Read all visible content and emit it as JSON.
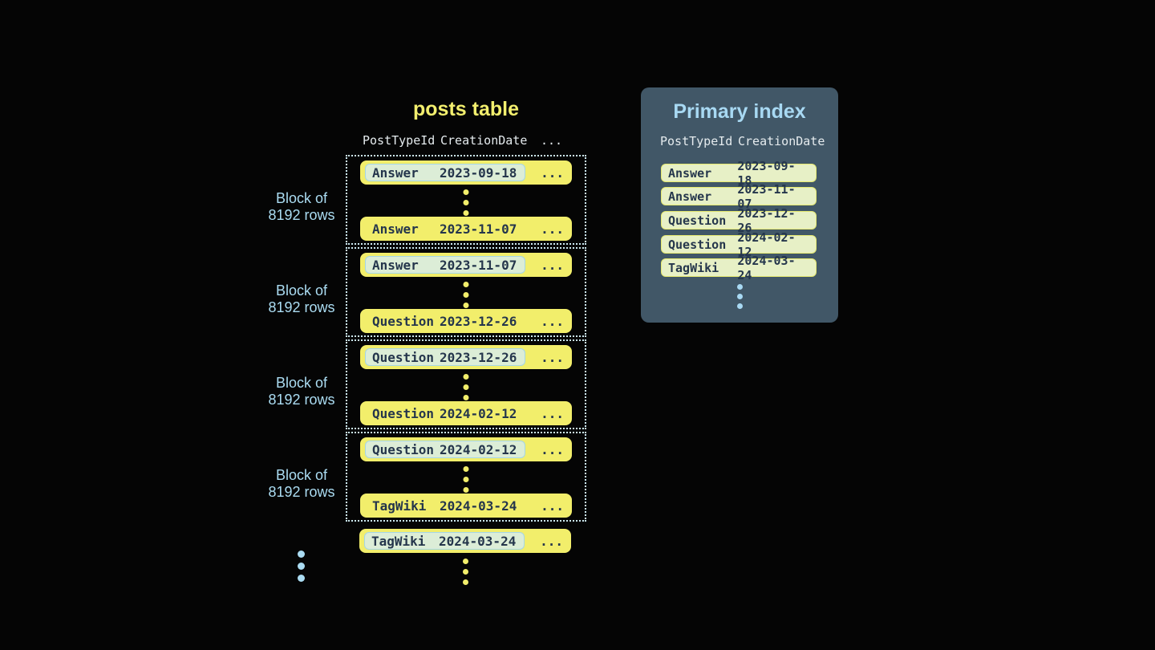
{
  "colors": {
    "background": "#050505",
    "row_yellow": "#f2ee6b",
    "text_navy": "#25364c",
    "highlight_pill_fill": "#dcedd7",
    "highlight_pill_border": "#a5d6e6",
    "accent_blue": "#abdcf2",
    "panel_bg": "#415767",
    "panel_pill_fill": "#e7f0c6",
    "panel_pill_border": "#e7ea71",
    "header_text": "#e5ebee",
    "title_yellow": "#f3ef6e"
  },
  "posts_table": {
    "title": "posts table",
    "headers": [
      "PostTypeId",
      "CreationDate",
      "..."
    ],
    "ellipsis": "...",
    "block_label": {
      "line1": "Block of",
      "line2": "8192 rows"
    },
    "blocks": [
      {
        "first": {
          "type": "Answer",
          "date": "2023-09-18"
        },
        "last": {
          "type": "Answer",
          "date": "2023-11-07"
        }
      },
      {
        "first": {
          "type": "Answer",
          "date": "2023-11-07"
        },
        "last": {
          "type": "Question",
          "date": "2023-12-26"
        }
      },
      {
        "first": {
          "type": "Question",
          "date": "2023-12-26"
        },
        "last": {
          "type": "Question",
          "date": "2024-02-12"
        }
      },
      {
        "first": {
          "type": "Question",
          "date": "2024-02-12"
        },
        "last": {
          "type": "TagWiki",
          "date": "2024-03-24"
        }
      }
    ],
    "overflow_row": {
      "type": "TagWiki",
      "date": "2024-03-24"
    }
  },
  "primary_index": {
    "title": "Primary index",
    "headers": [
      "PostTypeId",
      "CreationDate"
    ],
    "entries": [
      {
        "type": "Answer",
        "date": "2023-09-18"
      },
      {
        "type": "Answer",
        "date": "2023-11-07"
      },
      {
        "type": "Question",
        "date": "2023-12-26"
      },
      {
        "type": "Question",
        "date": "2024-02-12"
      },
      {
        "type": "TagWiki",
        "date": "2024-03-24"
      }
    ]
  }
}
